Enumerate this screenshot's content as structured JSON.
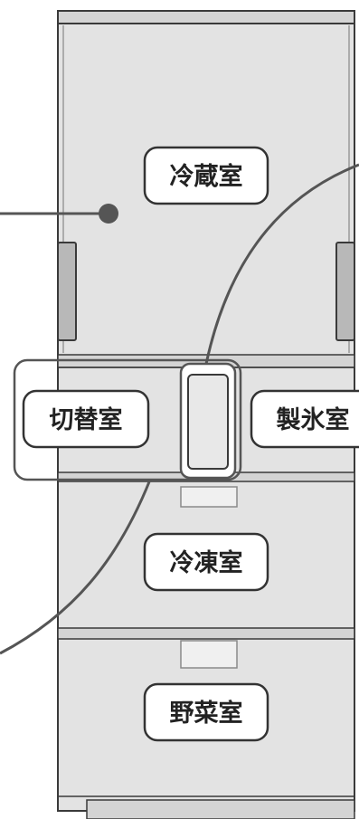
{
  "compartments": {
    "refrigerator": "冷蔵室",
    "switch_room": "切替室",
    "ice_maker": "製氷室",
    "freezer": "冷凍室",
    "vegetable": "野菜室"
  },
  "colors": {
    "outline": "#3a3a3a",
    "body_fill": "#e3e3e3",
    "panel_fill": "#d4d4d4",
    "handle_fill": "#b8b8b8",
    "label_fill": "#ffffff",
    "leader_line": "#555555"
  }
}
